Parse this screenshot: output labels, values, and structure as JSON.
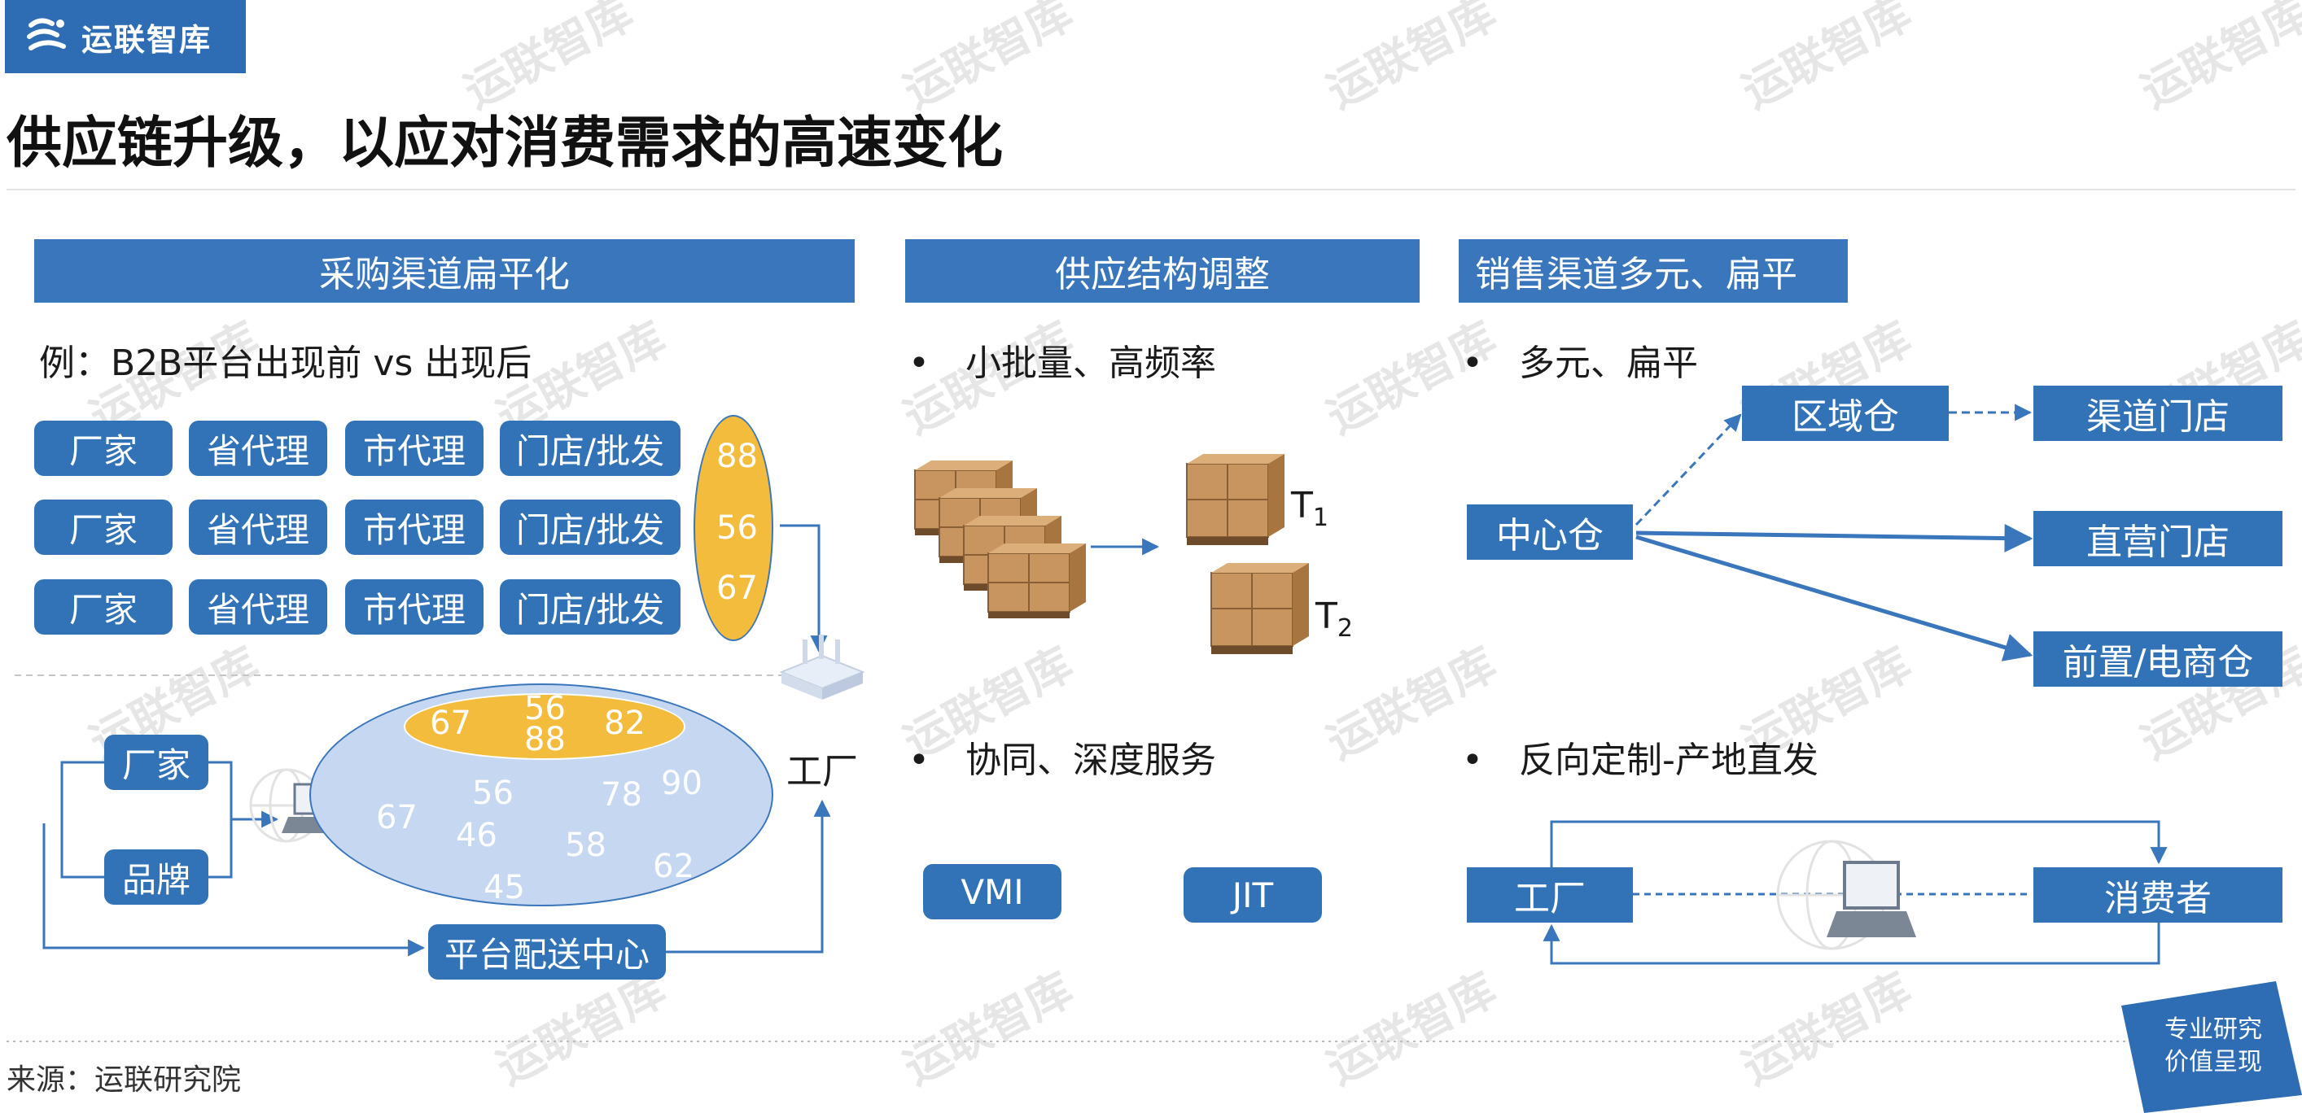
{
  "logo": {
    "name": "运联智库",
    "icon": "wave-logo-icon"
  },
  "watermark": "运联智库",
  "title": "供应链升级，以应对消费需求的高速变化",
  "colors": {
    "primary": "#3272b6",
    "header": "#3a76bb",
    "ellipse_gold": "#f4bc3c",
    "ellipse_light": "#c5d7f1"
  },
  "section1": {
    "header": "采购渠道扁平化",
    "example": "例：B2B平台出现前 vs 出现后",
    "chain_rows": [
      [
        "厂家",
        "省代理",
        "市代理",
        "门店/批发"
      ],
      [
        "厂家",
        "省代理",
        "市代理",
        "门店/批发"
      ],
      [
        "厂家",
        "省代理",
        "市代理",
        "门店/批发"
      ]
    ],
    "before_numbers": [
      "88",
      "56",
      "67"
    ],
    "factory_label": "工厂",
    "suppliers": [
      "厂家",
      "品牌"
    ],
    "platform_top_numbers": [
      "67",
      "56",
      "88",
      "82"
    ],
    "platform_numbers": [
      "56",
      "78",
      "90",
      "67",
      "46",
      "58",
      "45",
      "62"
    ],
    "distribution_center": "平台配送中心"
  },
  "section2": {
    "header": "供应结构调整",
    "bullet1": "小批量、高频率",
    "t1": "T",
    "t1_sub": "1",
    "t2": "T",
    "t2_sub": "2",
    "bullet2": "协同、深度服务",
    "vmi": "VMI",
    "jit": "JIT"
  },
  "section3": {
    "header": "销售渠道多元、扁平",
    "bullet1": "多元、扁平",
    "center_warehouse": "中心仓",
    "regional_warehouse": "区域仓",
    "channel_store": "渠道门店",
    "direct_store": "直营门店",
    "front_warehouse": "前置/电商仓",
    "bullet2": "反向定制-产地直发",
    "factory": "工厂",
    "consumer": "消费者"
  },
  "source": "来源：运联研究院",
  "badge": {
    "line1": "专业研究",
    "line2": "价值呈现"
  }
}
